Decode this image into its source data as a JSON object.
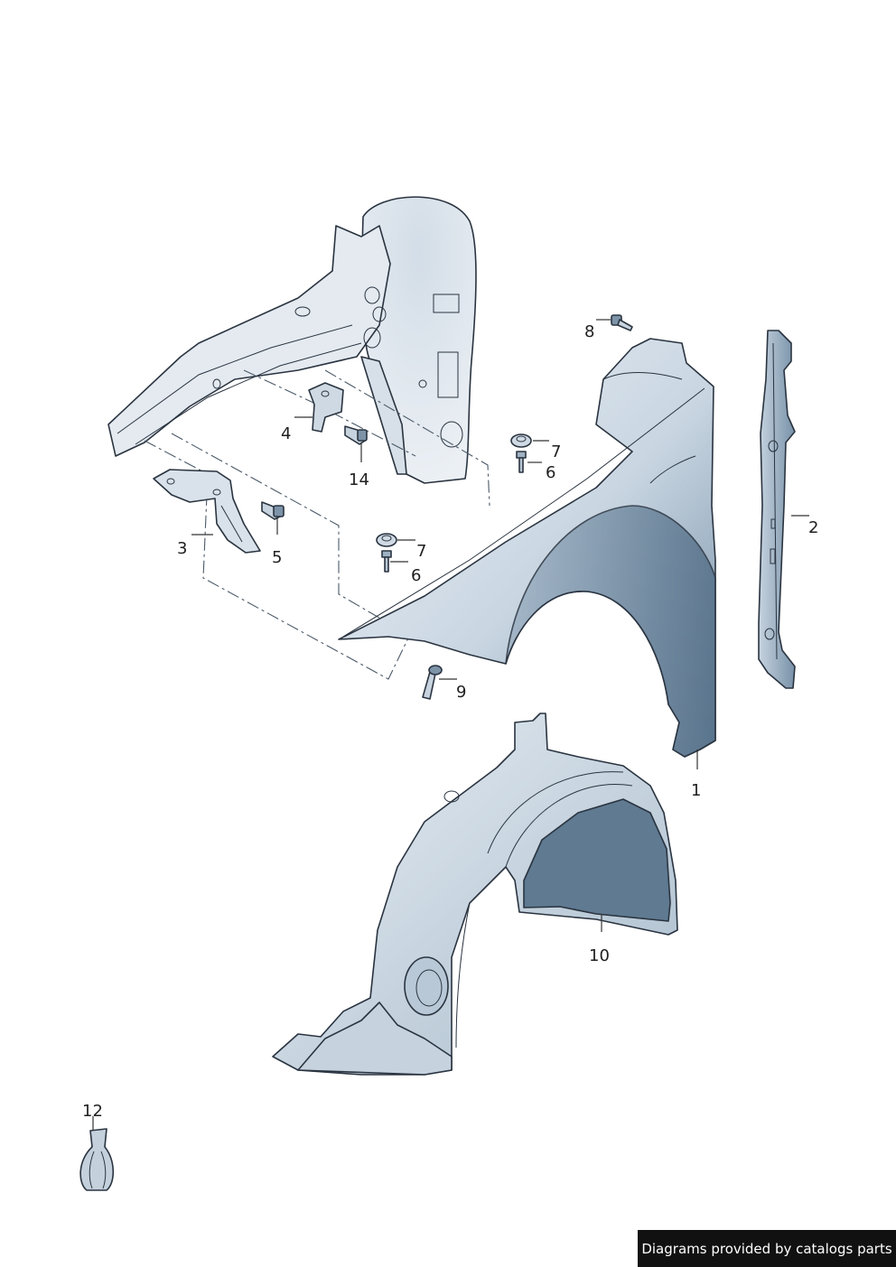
{
  "callouts": {
    "p1": "1",
    "p2": "2",
    "p3": "3",
    "p4": "4",
    "p5": "5",
    "p6a": "6",
    "p6b": "6",
    "p7a": "7",
    "p7b": "7",
    "p8": "8",
    "p9": "9",
    "p10": "10",
    "p12": "12",
    "p14": "14"
  },
  "credit": "Diagrams provided by catalogs parts",
  "colors": {
    "panel_light": "#dfe6ee",
    "panel_mid": "#b9c8d6",
    "panel_dark": "#6f8aa2",
    "liner_dark": "#556d82"
  }
}
